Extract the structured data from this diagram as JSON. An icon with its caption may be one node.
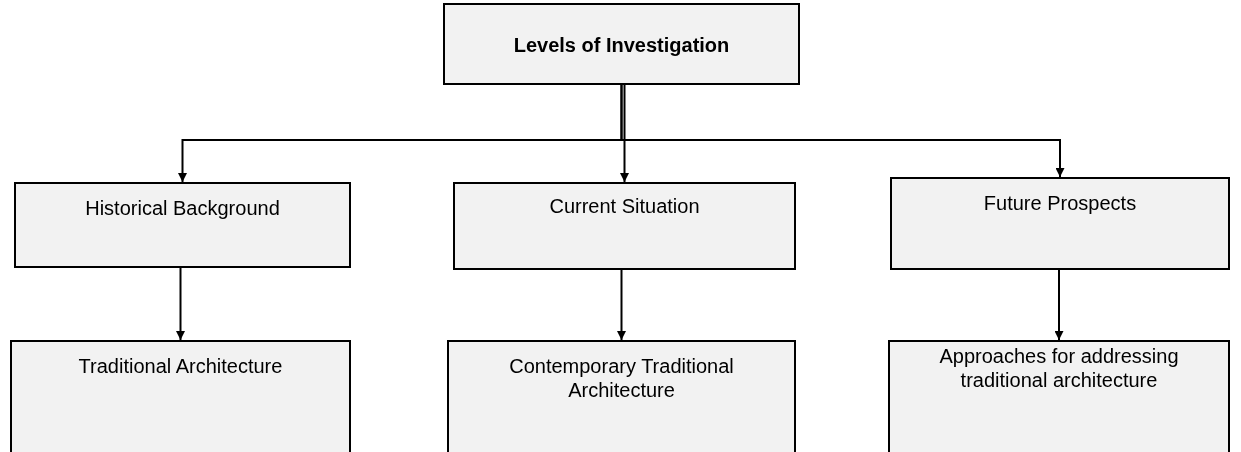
{
  "diagram": {
    "nodes": [
      {
        "text": [
          "Levels of Investigation"
        ]
      },
      {
        "text": [
          "Historical Background"
        ]
      },
      {
        "text": [
          "Current Situation"
        ]
      },
      {
        "text": [
          "Future Prospects"
        ]
      },
      {
        "text": [
          "Traditional Architecture"
        ]
      },
      {
        "text": [
          "Contemporary Traditional Architecture"
        ]
      },
      {
        "text": [
          "Approaches for addressing traditional architecture"
        ]
      }
    ],
    "edges": [
      {
        "from": 0,
        "to": 1,
        "arrow": "to"
      },
      {
        "from": 0,
        "to": 2,
        "arrow": "to"
      },
      {
        "from": 0,
        "to": 3,
        "arrow": "to"
      },
      {
        "from": 1,
        "to": 4,
        "arrow": "to"
      },
      {
        "from": 2,
        "to": 5,
        "arrow": "to"
      },
      {
        "from": 3,
        "to": 6,
        "arrow": "to"
      }
    ]
  }
}
